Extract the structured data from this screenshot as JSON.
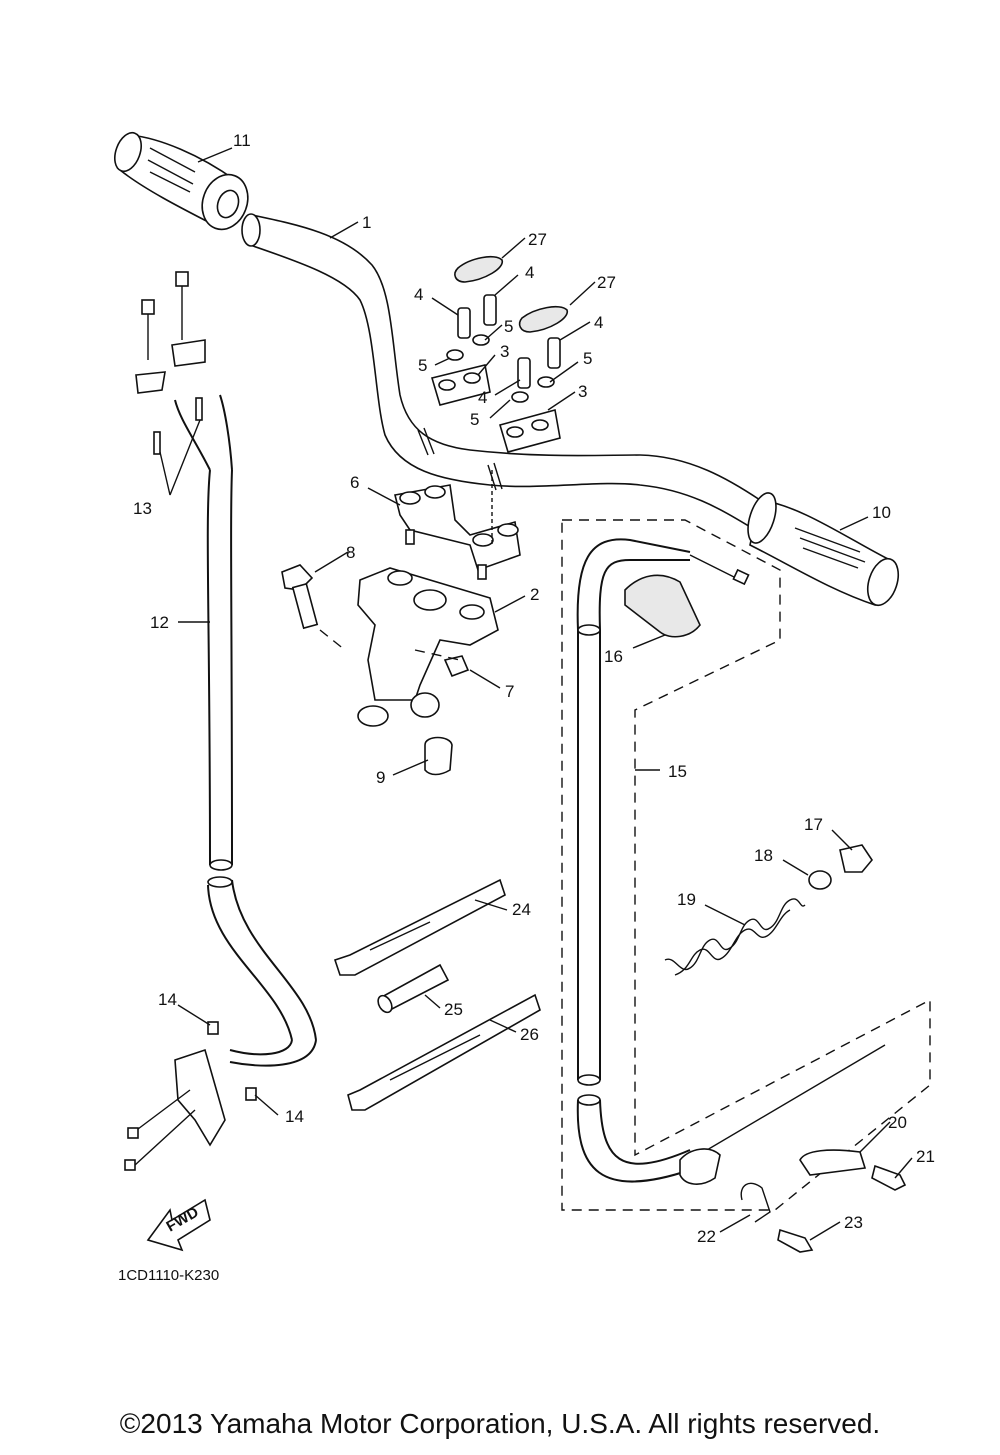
{
  "diagram": {
    "reference_code": "1CD1110-K230",
    "direction_label": "FWD",
    "copyright": "©2013 Yamaha Motor Corporation, U.S.A. All rights reserved.",
    "callouts": {
      "c1": "1",
      "c2": "2",
      "c3a": "3",
      "c3b": "3",
      "c4a": "4",
      "c4b": "4",
      "c4c": "4",
      "c4d": "4",
      "c5a": "5",
      "c5b": "5",
      "c5c": "5",
      "c5d": "5",
      "c6": "6",
      "c7": "7",
      "c8": "8",
      "c9": "9",
      "c10": "10",
      "c11": "11",
      "c12": "12",
      "c13": "13",
      "c14a": "14",
      "c14b": "14",
      "c15": "15",
      "c16": "16",
      "c17": "17",
      "c18": "18",
      "c19": "19",
      "c20": "20",
      "c21": "21",
      "c22": "22",
      "c23": "23",
      "c24": "24",
      "c25": "25",
      "c26": "26",
      "c27a": "27",
      "c27b": "27"
    }
  }
}
